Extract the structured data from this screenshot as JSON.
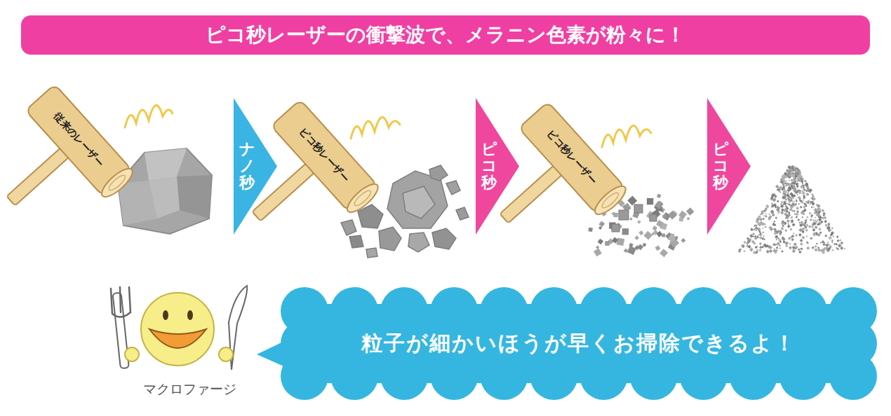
{
  "diagram": {
    "title": "ピコ秒レーザーの衝撃波で、メラニン色素が粉々に！",
    "nodes": [
      {
        "text": [
          "ナノ秒"
        ]
      },
      {
        "text": [
          "ピコ秒"
        ]
      },
      {
        "text": [
          "ピコ秒"
        ]
      },
      {
        "text": [
          "粒子が細かいほうが早くお掃除できるよ！"
        ]
      }
    ],
    "labels": [
      "従来のレーザー",
      "ピコ秒レーザー",
      "ピコ秒レーザー",
      "マクロファージ"
    ]
  }
}
